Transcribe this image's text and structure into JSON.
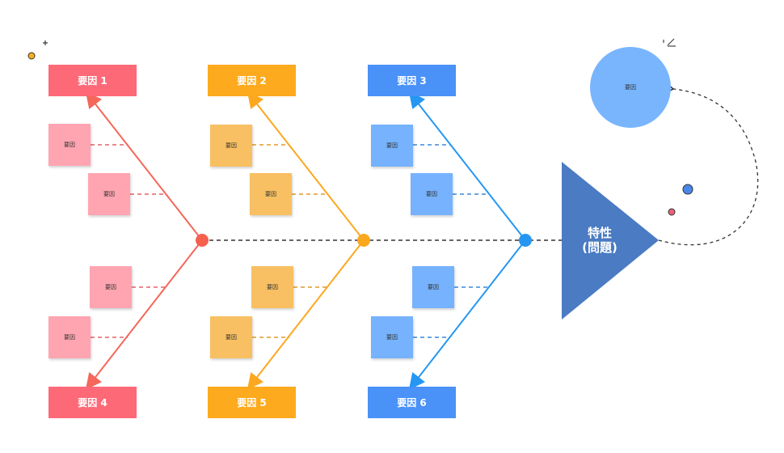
{
  "colors": {
    "red": "#fe6978",
    "red_line": "#f4675a",
    "red_sticky": "#ffa5b1",
    "orange": "#fdaa1f",
    "orange_line": "#fba81f",
    "orange_sticky": "#f8c062",
    "blue": "#4a91f8",
    "blue_line": "#2597f3",
    "blue_sticky": "#76b2fe",
    "head": "#4a7bc3",
    "circle": "#78b5fd"
  },
  "head": {
    "line1": "特性",
    "line2": "(問題)"
  },
  "categories": [
    {
      "label": "要因 1",
      "color": "red"
    },
    {
      "label": "要因 2",
      "color": "orange"
    },
    {
      "label": "要因 3",
      "color": "blue"
    },
    {
      "label": "要因 4",
      "color": "red"
    },
    {
      "label": "要因 5",
      "color": "orange"
    },
    {
      "label": "要因 6",
      "color": "blue"
    }
  ],
  "sub_causes": [
    {
      "label": "要因"
    },
    {
      "label": "要因"
    },
    {
      "label": "要因"
    },
    {
      "label": "要因"
    },
    {
      "label": "要因"
    },
    {
      "label": "要因"
    },
    {
      "label": "要因"
    },
    {
      "label": "要因"
    },
    {
      "label": "要因"
    },
    {
      "label": "要因"
    },
    {
      "label": "要因"
    },
    {
      "label": "要因"
    }
  ],
  "circle_node": {
    "label": "要因"
  }
}
